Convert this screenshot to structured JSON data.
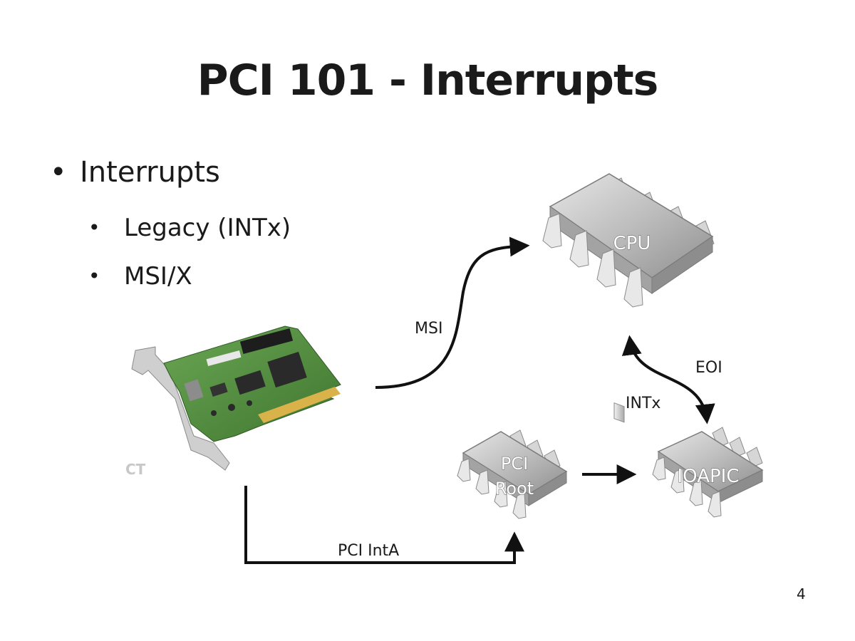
{
  "slide": {
    "title": "PCI 101 - Interrupts",
    "page_number": "4"
  },
  "bullets": {
    "main": "Interrupts",
    "sub": [
      "Legacy (INTx)",
      "MSI/X"
    ]
  },
  "diagram": {
    "chips": {
      "cpu": "CPU",
      "pci_root_line1": "PCI",
      "pci_root_line2": "Root",
      "ioapic": "IOAPIC"
    },
    "edges": {
      "msi": "MSI",
      "eoi": "EOI",
      "intx": "INTx",
      "pci_inta": "PCI IntA"
    },
    "image_watermark": "CT"
  },
  "colors": {
    "chip_body": "#b5b5b5",
    "chip_top": "#d8d8d8",
    "pcb_green": "#4f8a3c",
    "arrow": "#111111"
  },
  "icons": [
    "nic-card-icon",
    "cpu-chip-icon",
    "pci-root-chip-icon",
    "ioapic-chip-icon"
  ]
}
